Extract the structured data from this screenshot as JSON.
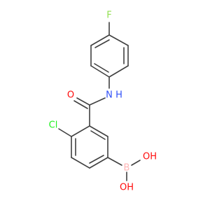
{
  "molecule": {
    "atoms": {
      "fluorine": {
        "symbol": "F",
        "color": "#90e050"
      },
      "nitrogen": {
        "symbol": "N",
        "color": "#3050f8"
      },
      "amide_hydrogen": {
        "symbol": "H",
        "color": "#3050f8"
      },
      "carbonyl_oxygen": {
        "symbol": "O",
        "color": "#ff0d0d"
      },
      "chlorine": {
        "symbol": "Cl",
        "color": "#1ff01f"
      },
      "boron": {
        "symbol": "B",
        "color": "#ffb5b5"
      },
      "hydroxyl_1": {
        "symbol": "OH",
        "color": "#ff0d0d"
      },
      "hydroxyl_2": {
        "symbol": "OH",
        "color": "#ff0d0d"
      }
    },
    "bond_color": "#404040"
  }
}
